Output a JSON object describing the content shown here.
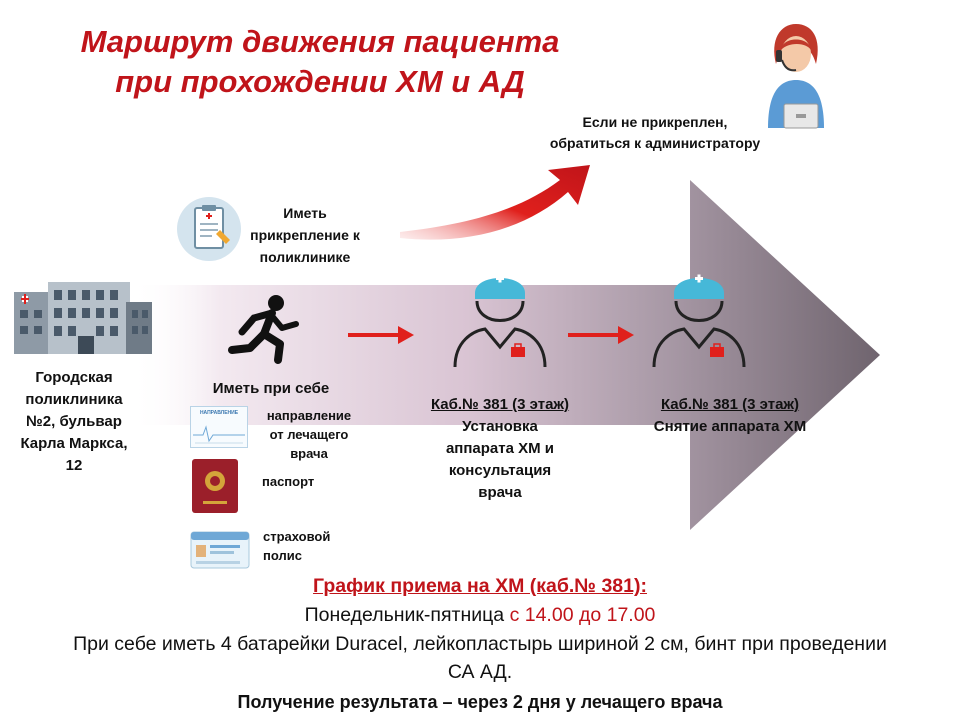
{
  "title": {
    "line1": "Маршрут движения пациента",
    "line2": "при прохождении ХМ и АД"
  },
  "admin_note": {
    "line1": "Если не прикреплен,",
    "line2": "обратиться к администратору"
  },
  "attachment_note": {
    "line1": "Иметь",
    "line2": "прикрепление к",
    "line3": "поликлинике"
  },
  "clinic": {
    "line1": "Городская",
    "line2": "поликлиника",
    "line3": "№2, бульвар",
    "line4": "Карла Маркса,",
    "line5": "12"
  },
  "bring": {
    "heading": "Иметь при себе",
    "referral": {
      "line1": "направление",
      "line2": "от лечащего",
      "line3": "врача"
    },
    "passport": "паспорт",
    "policy": {
      "line1": "страховой",
      "line2": "полис"
    },
    "referral_doc_text": "НАПРАВЛЕНИЕ"
  },
  "step1": {
    "room": "Каб.№ 381 (3 этаж)",
    "line1": "Установка",
    "line2": "аппарата ХМ и",
    "line3": "консультация",
    "line4": "врача"
  },
  "step2": {
    "room": "Каб.№ 381 (3 этаж)",
    "line1": "Снятие аппарата ХМ"
  },
  "schedule": {
    "heading": "График приема на ХМ (каб.№ 381):",
    "days": "Понедельник-пятница ",
    "hours": "с 14.00 до 17.00",
    "items_line1": "При себе иметь 4 батарейки Duracel, лейкопластырь шириной 2 см, бинт при проведении",
    "items_line2": "СА АД.",
    "result": "Получение результата – через 2 дня у лечащего врача"
  },
  "colors": {
    "title_red": "#c0141a",
    "arrow_gray": "#7a6e7a",
    "arrow_light": "#eadbe6",
    "accent_red": "#e0201c",
    "doctor_cap": "#46b8d8"
  },
  "icons": [
    "clinic-building-icon",
    "clipboard-icon",
    "running-man-icon",
    "doctor-icon",
    "administrator-icon",
    "passport-icon",
    "insurance-card-icon",
    "referral-document-icon",
    "red-curved-arrow-icon",
    "red-arrow-icon"
  ]
}
